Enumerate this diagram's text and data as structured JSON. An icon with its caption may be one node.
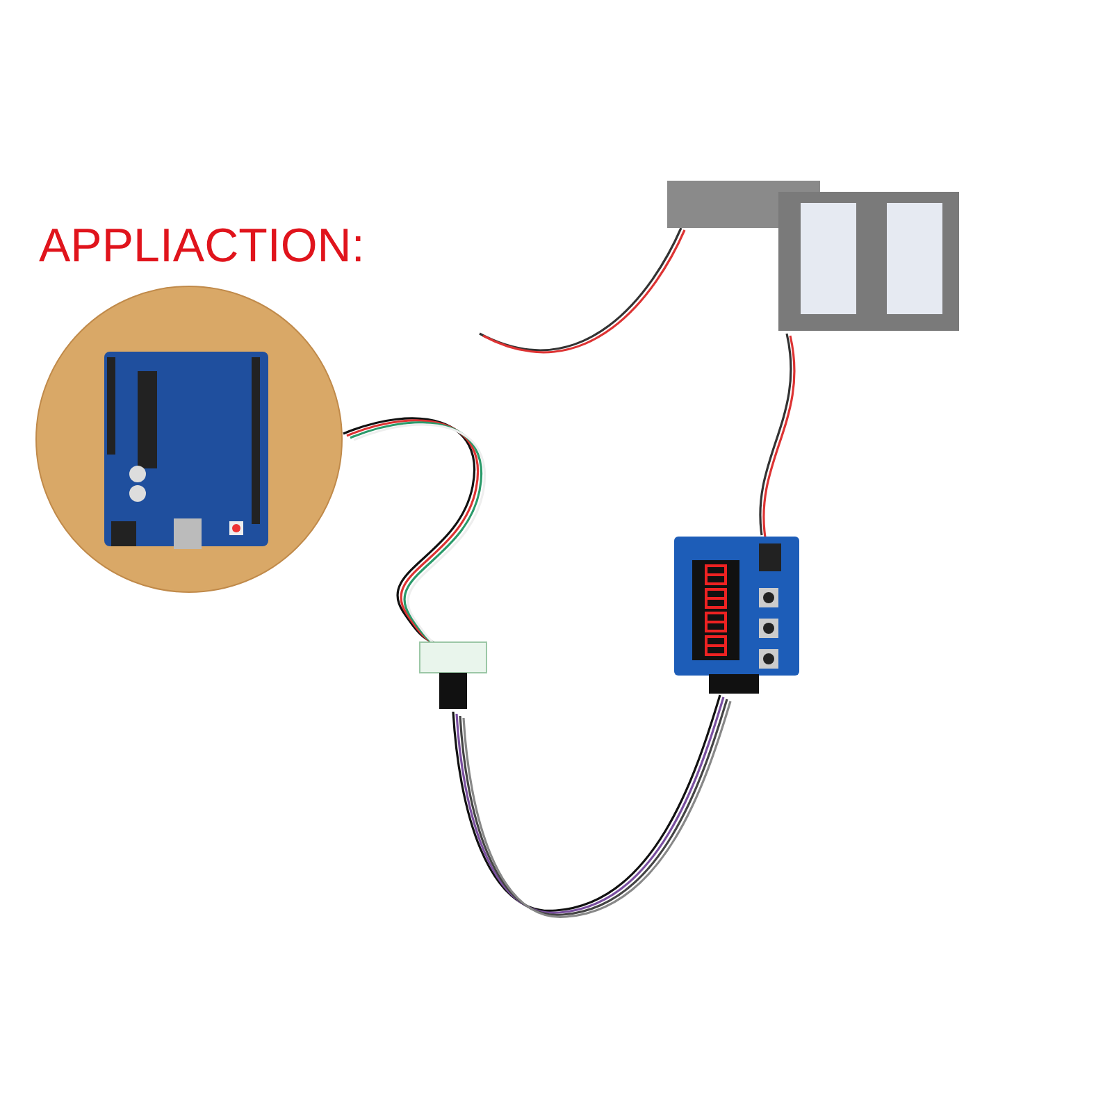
{
  "diagram": {
    "title": "APPLIACTION:",
    "nodes": [
      {
        "text": [],
        "shape": "picture"
      },
      {
        "text": [],
        "shape": "picture"
      },
      {
        "text": [],
        "shape": "picture"
      },
      {
        "text": [],
        "shape": "picture"
      }
    ],
    "edges": [
      {
        "from": 0,
        "to": 1,
        "arrow": "none"
      },
      {
        "from": 1,
        "to": 2,
        "arrow": "none"
      },
      {
        "from": 3,
        "to": 2,
        "arrow": "none"
      },
      {
        "from": 3,
        "to": null,
        "arrow": "none"
      }
    ]
  }
}
